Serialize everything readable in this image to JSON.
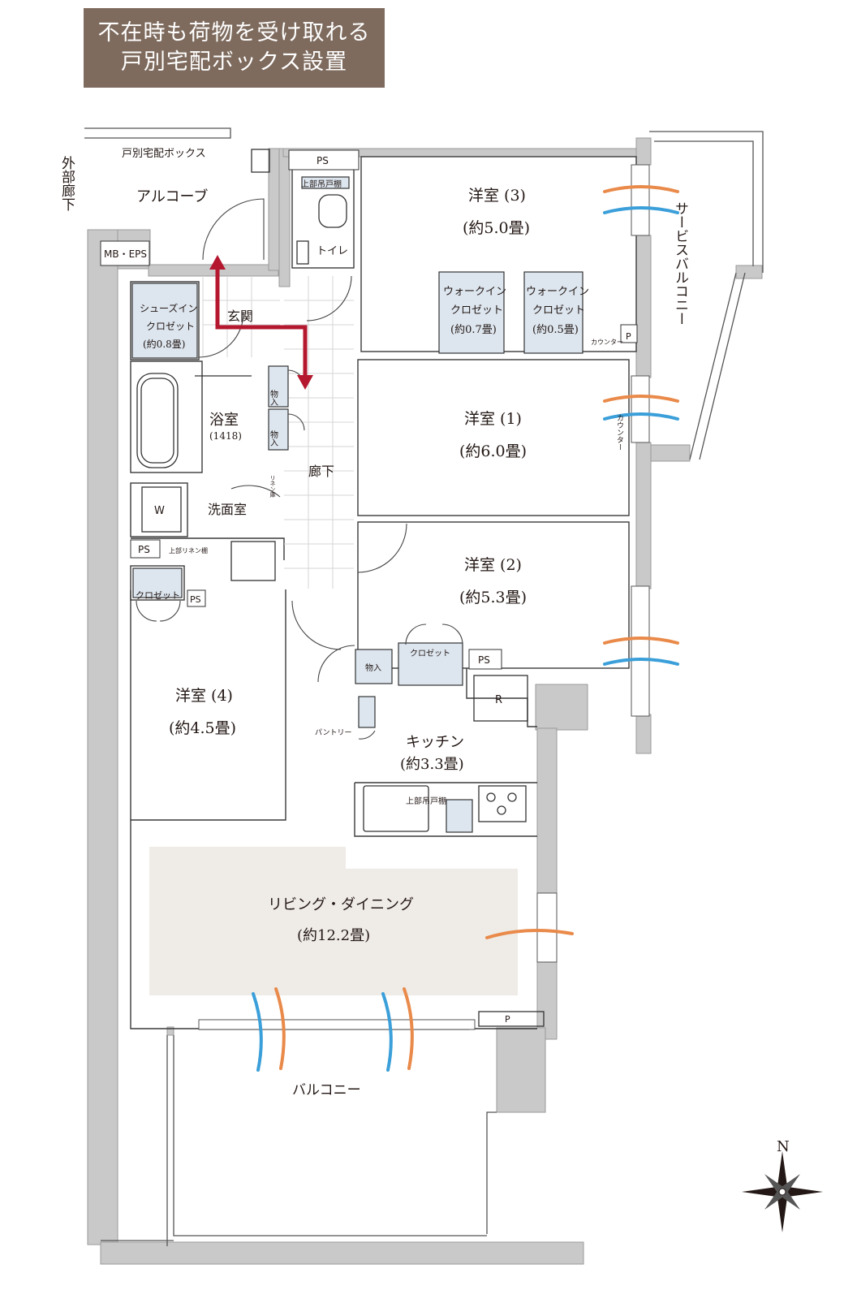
{
  "banner": {
    "line1": "不在時も荷物を受け取れる",
    "line2": "戸別宅配ボックス設置"
  },
  "labels": {
    "outer_corridor": "外部廊下",
    "delivery_box": "戸別宅配ボックス",
    "alcove": "アルコーブ",
    "mb_eps": "MB・EPS",
    "ps_top": "PS",
    "upper_cabinet_toilet": "上部吊戸棚",
    "toilet": "トイレ",
    "entrance": "玄関",
    "shoe_closet": "シューズイン",
    "shoe_closet2": "クロゼット",
    "shoe_closet_size": "(約0.8畳)",
    "storage": "物入",
    "bath": "浴室",
    "bath_size": "(1418)",
    "linen": "リネン庫",
    "corridor": "廊下",
    "washer": "W",
    "washroom": "洗面室",
    "ps_wash": "PS",
    "upper_linen": "上部リネン棚",
    "closet": "クロゼット",
    "ps_r4": "PS",
    "room3": "洋室 (3)",
    "room3_size": "(約5.0畳)",
    "wic1_a": "ウォークイン",
    "wic1_b": "クロゼット",
    "wic1_size": "(約0.7畳)",
    "wic2_a": "ウォークイン",
    "wic2_b": "クロゼット",
    "wic2_size": "(約0.5畳)",
    "counter": "カウンター",
    "p": "P",
    "room1": "洋室 (1)",
    "room1_size": "(約6.0畳)",
    "counter_v": "カウンター",
    "service_balcony": "サービスバルコニー",
    "room2": "洋室 (2)",
    "room2_size": "(約5.3畳)",
    "storage2": "物入",
    "closet2": "クロゼット",
    "ps_kitchen": "PS",
    "fridge": "R",
    "room4": "洋室 (4)",
    "room4_size": "(約4.5畳)",
    "pantry": "パントリー",
    "kitchen": "キッチン",
    "kitchen_size": "(約3.3畳)",
    "upper_cabinet_kitchen": "上部吊戸棚",
    "living": "リビング・ダイニング",
    "living_size": "(約12.2畳)",
    "p_living": "P",
    "balcony": "バルコニー",
    "north": "N"
  },
  "colors": {
    "wall": "#c9c9c9",
    "banner": "#7e6b5e",
    "storage_fill": "#dde6ef",
    "living_fill": "#efebe7",
    "arrow": "#b4172e",
    "wind_orange": "#e98a4a",
    "wind_blue": "#3b9fd9"
  }
}
